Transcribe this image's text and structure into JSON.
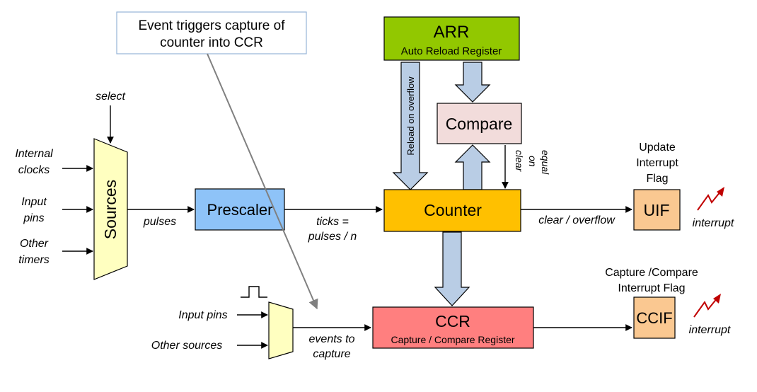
{
  "callout": {
    "line1": "Event triggers capture of",
    "line2": "counter into CCR"
  },
  "arr": {
    "title": "ARR",
    "subtitle": "Auto Reload Register",
    "reload_label": "Reload on overflow"
  },
  "compare": {
    "label": "Compare",
    "clear_on_equal": [
      "clear",
      "on",
      "equal"
    ]
  },
  "sources": {
    "label": "Sources",
    "select": "select",
    "inputs": [
      [
        "Internal",
        "clocks"
      ],
      [
        "Input",
        "pins"
      ],
      [
        "Other",
        "timers"
      ]
    ]
  },
  "prescaler": {
    "label": "Prescaler"
  },
  "pulses": "pulses",
  "ticks": [
    "ticks =",
    "pulses / n"
  ],
  "counter": {
    "label": "Counter"
  },
  "clear_overflow": "clear / overflow",
  "uif": {
    "label": "UIF",
    "caption": [
      "Update",
      "Interrupt",
      "Flag"
    ],
    "interrupt": "interrupt"
  },
  "capture_mux": {
    "inputs": [
      "Input pins",
      "Other sources"
    ],
    "events": [
      "events to",
      "capture"
    ]
  },
  "ccr": {
    "title": "CCR",
    "subtitle": "Capture / Compare Register"
  },
  "ccif": {
    "label": "CCIF",
    "caption": [
      "Capture /Compare",
      "Interrupt Flag"
    ],
    "interrupt": "interrupt"
  },
  "colors": {
    "arr": "#92c800",
    "compare": "#f2dcdb",
    "sources": "#ffffc0",
    "prescaler": "#8ec3f8",
    "counter": "#ffc000",
    "flag": "#fac891",
    "ccr": "#ff7f7f",
    "thick_arrow": "#b9cde5",
    "callout_border": "#95b3d7",
    "interrupt": "#c00000"
  }
}
